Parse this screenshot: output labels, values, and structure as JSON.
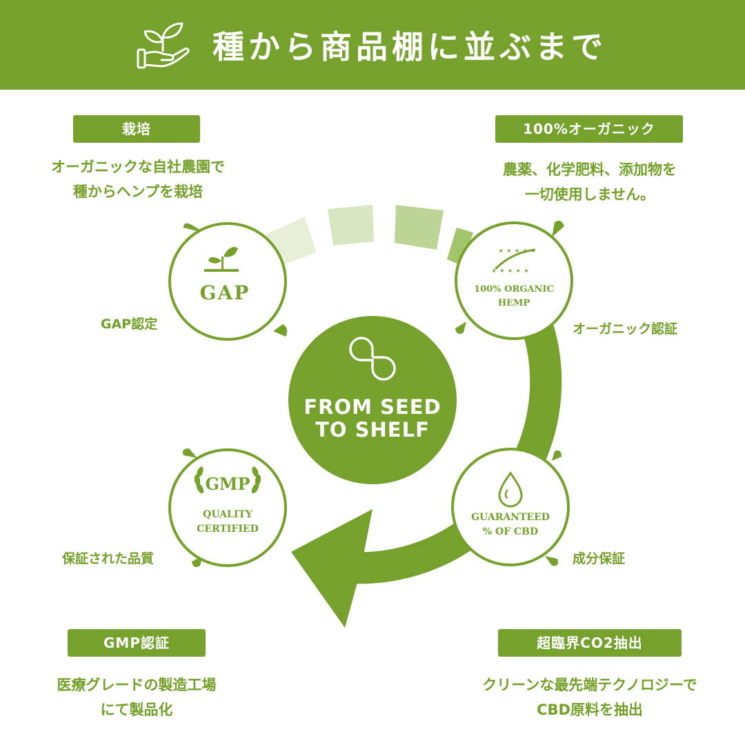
{
  "header": {
    "title": "種から商品棚に並ぶまで",
    "icon": "hand-sprout-icon",
    "background": "#75a12c"
  },
  "sections": {
    "cultivation": {
      "label": "栽培",
      "desc_line1": "オーガニックな自社農園で",
      "desc_line2": "種からヘンプを栽培"
    },
    "organic": {
      "label": "100%オーガニック",
      "desc_line1": "農薬、化学肥料、添加物を",
      "desc_line2": "一切使用しません。"
    },
    "gmp": {
      "label": "GMP認証",
      "desc_line1": "医療グレードの製造工場",
      "desc_line2": "にて製品化"
    },
    "co2": {
      "label": "超臨界CO2抽出",
      "desc_line1": "クリーンな最先端テクノロジーで",
      "desc_line2": "CBD原料を抽出"
    }
  },
  "badges": {
    "gap": {
      "caption": "GAP認定",
      "text": "GAP",
      "icon": "sprout-icon"
    },
    "organic": {
      "caption": "オーガニック認証",
      "line1": "100% ORGANIC",
      "line2": "HEMP",
      "icon": "eu-organic-leaf-icon"
    },
    "gmp": {
      "caption": "保証された品質",
      "logo": "GMP",
      "line1": "QUALITY",
      "line2": "CERTIFIED",
      "icon": "laurel-wreath-icon"
    },
    "cbd": {
      "caption": "成分保証",
      "line1": "GUARANTEED",
      "line2": "% OF CBD",
      "icon": "oil-drop-icon"
    }
  },
  "center": {
    "line1": "FROM SEED",
    "line2": "TO SHELF",
    "icon": "infinity-logo-icon"
  },
  "colors": {
    "primary": "#75a12c",
    "text": "#74a02a",
    "fade1": "#e8efd8",
    "fade2": "#d8e6c2",
    "fade3": "#bcd597",
    "fade4": "#a2c46a"
  }
}
